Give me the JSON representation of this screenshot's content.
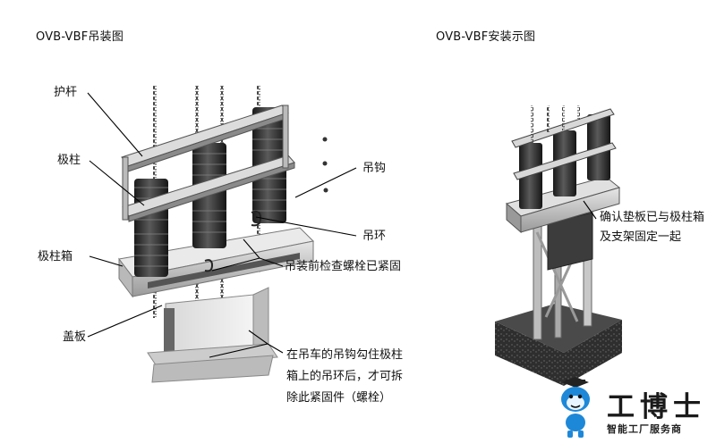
{
  "left_figure": {
    "title": "OVB-VBF吊装图",
    "labels": {
      "guard_bar": "护杆",
      "pole": "极柱",
      "hook": "吊钩",
      "lifting_ring": "吊环",
      "pole_box": "极柱箱",
      "check_bolts": "吊装前检查螺栓已紧固",
      "cover_plate": "盖板",
      "note": "在吊车的吊钩勾住极柱箱上的吊环后，才可拆除此紧固件（螺栓）"
    }
  },
  "right_figure": {
    "title": "OVB-VBF安装示图",
    "note": "确认垫板已与极柱箱及支架固定一起"
  },
  "logo": {
    "brand": "工博士",
    "tagline": "智能工厂服务商",
    "primary_color": "#1e88d8"
  }
}
